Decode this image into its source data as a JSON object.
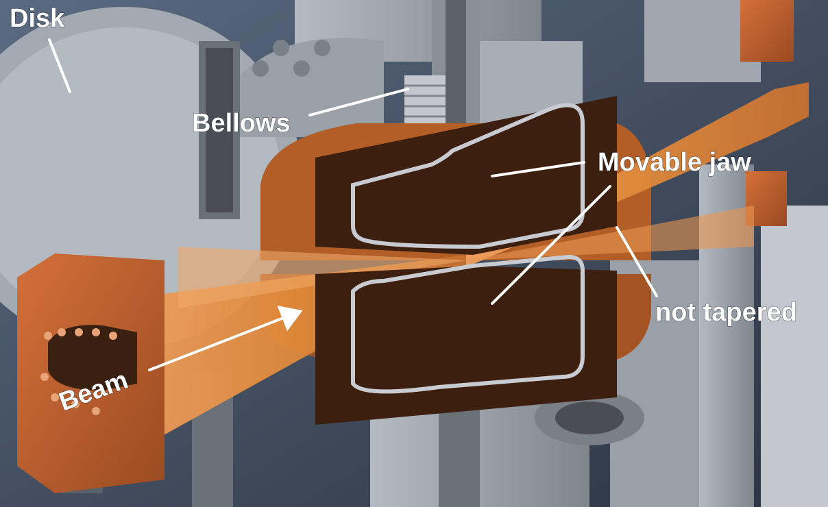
{
  "labels": {
    "disk": "Disk",
    "bellows": "Bellows",
    "movable_jaw": "Movable jaw",
    "not_tapered": "not tapered",
    "beam": "Beam"
  },
  "colors": {
    "copper": "#c8632e",
    "jaw_brown": "#3d1f0f",
    "taper_orange": "#e08a3c",
    "steel_gray": "#9aa0a8",
    "label_white": "#ffffff",
    "background": "#3a4658"
  }
}
